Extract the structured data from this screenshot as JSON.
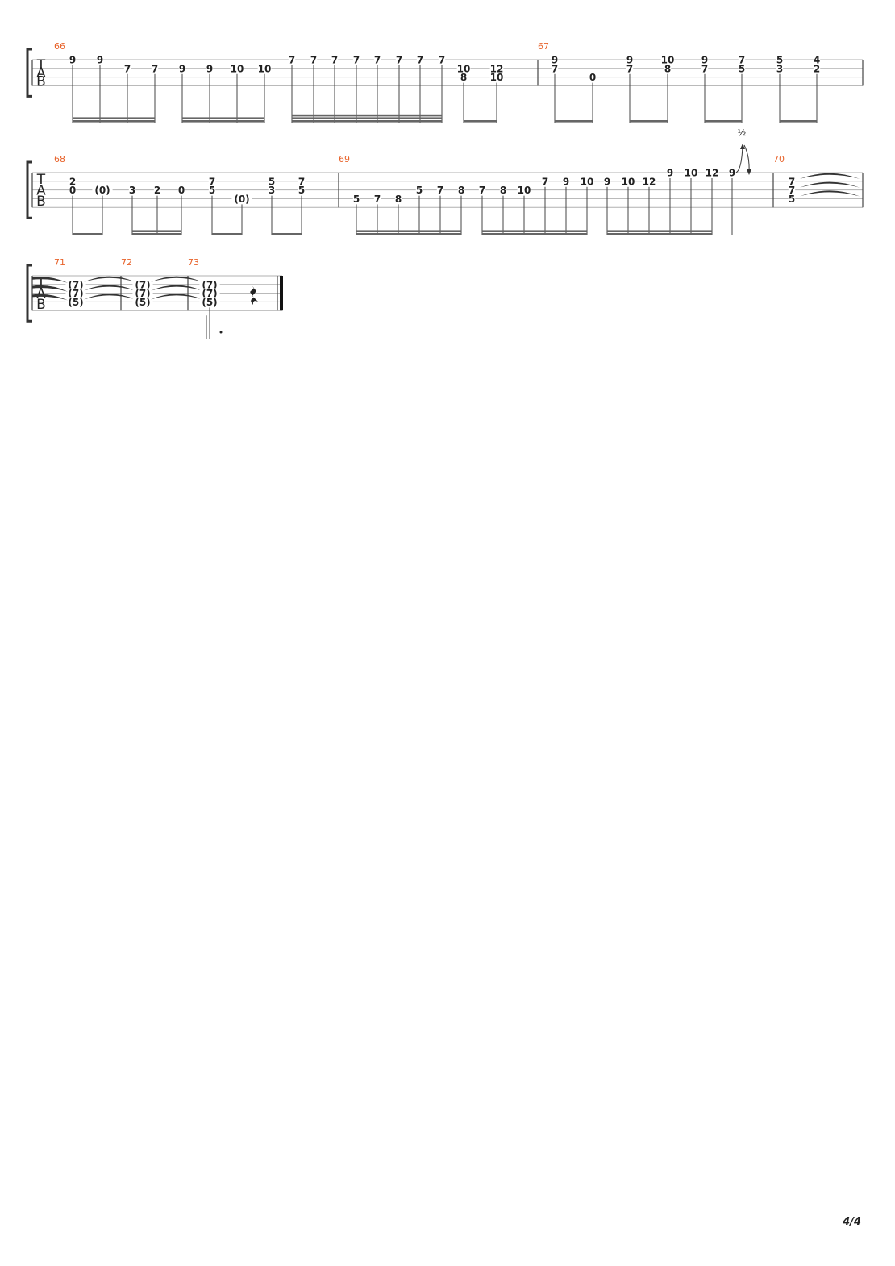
{
  "page": {
    "number": "4/4"
  },
  "colors": {
    "measure_number": "#e8632b",
    "staff_line": "#b0b0b0",
    "ink": "#222222",
    "beam": "#666666"
  },
  "clef": [
    "T",
    "A",
    "B"
  ],
  "systems": [
    {
      "strings": 4,
      "measures": [
        {
          "number": "66",
          "notes": [
            {
              "frets": [
                {
                  "s": 1,
                  "t": "9"
                }
              ],
              "beam": 2
            },
            {
              "frets": [
                {
                  "s": 1,
                  "t": "9"
                }
              ],
              "beam": 2
            },
            {
              "frets": [
                {
                  "s": 2,
                  "t": "7"
                }
              ],
              "beam": 2
            },
            {
              "frets": [
                {
                  "s": 2,
                  "t": "7"
                }
              ],
              "beam": 2
            },
            {
              "frets": [
                {
                  "s": 2,
                  "t": "9"
                }
              ],
              "beam": 2
            },
            {
              "frets": [
                {
                  "s": 2,
                  "t": "9"
                }
              ],
              "beam": 2
            },
            {
              "frets": [
                {
                  "s": 2,
                  "t": "10"
                }
              ],
              "beam": 2
            },
            {
              "frets": [
                {
                  "s": 2,
                  "t": "10"
                }
              ],
              "beam": 2
            },
            {
              "frets": [
                {
                  "s": 1,
                  "t": "7"
                }
              ],
              "beam": 3
            },
            {
              "frets": [
                {
                  "s": 1,
                  "t": "7"
                }
              ],
              "beam": 3
            },
            {
              "frets": [
                {
                  "s": 1,
                  "t": "7"
                }
              ],
              "beam": 3
            },
            {
              "frets": [
                {
                  "s": 1,
                  "t": "7"
                }
              ],
              "beam": 3
            },
            {
              "frets": [
                {
                  "s": 1,
                  "t": "7"
                }
              ],
              "beam": 3
            },
            {
              "frets": [
                {
                  "s": 1,
                  "t": "7"
                }
              ],
              "beam": 3
            },
            {
              "frets": [
                {
                  "s": 1,
                  "t": "7"
                }
              ],
              "beam": 3
            },
            {
              "frets": [
                {
                  "s": 1,
                  "t": "7"
                }
              ],
              "beam": 3
            },
            {
              "frets": [
                {
                  "s": 2,
                  "t": "10"
                },
                {
                  "s": 3,
                  "t": "8"
                }
              ],
              "beam": 1
            },
            {
              "frets": [
                {
                  "s": 2,
                  "t": "12"
                },
                {
                  "s": 3,
                  "t": "10"
                }
              ],
              "beam": 1
            }
          ]
        },
        {
          "number": "67",
          "notes": [
            {
              "frets": [
                {
                  "s": 1,
                  "t": "9"
                },
                {
                  "s": 2,
                  "t": "7"
                }
              ],
              "beam": 1
            },
            {
              "frets": [
                {
                  "s": 3,
                  "t": "0"
                }
              ],
              "beam": 1
            },
            {
              "frets": [
                {
                  "s": 1,
                  "t": "9"
                },
                {
                  "s": 2,
                  "t": "7"
                }
              ],
              "beam": 1
            },
            {
              "frets": [
                {
                  "s": 1,
                  "t": "10"
                },
                {
                  "s": 2,
                  "t": "8"
                }
              ],
              "beam": 1
            },
            {
              "frets": [
                {
                  "s": 1,
                  "t": "9"
                },
                {
                  "s": 2,
                  "t": "7"
                }
              ],
              "beam": 1
            },
            {
              "frets": [
                {
                  "s": 1,
                  "t": "7"
                },
                {
                  "s": 2,
                  "t": "5"
                }
              ],
              "beam": 1
            },
            {
              "frets": [
                {
                  "s": 1,
                  "t": "5"
                },
                {
                  "s": 2,
                  "t": "3"
                }
              ],
              "beam": 1
            },
            {
              "frets": [
                {
                  "s": 1,
                  "t": "4"
                },
                {
                  "s": 2,
                  "t": "2"
                }
              ],
              "beam": 1
            }
          ]
        }
      ]
    },
    {
      "strings": 5,
      "measures": [
        {
          "number": "68",
          "notes": [
            {
              "frets": [
                {
                  "s": 2,
                  "t": "2"
                },
                {
                  "s": 3,
                  "t": "0"
                }
              ],
              "beam": 1
            },
            {
              "frets": [
                {
                  "s": 3,
                  "t": "(0)"
                }
              ],
              "beam": 1
            },
            {
              "frets": [
                {
                  "s": 3,
                  "t": "3"
                }
              ],
              "beam": 2
            },
            {
              "frets": [
                {
                  "s": 3,
                  "t": "2"
                }
              ],
              "beam": 2
            },
            {
              "frets": [
                {
                  "s": 3,
                  "t": "0"
                }
              ],
              "beam": 2
            },
            {
              "frets": [
                {
                  "s": 2,
                  "t": "7"
                },
                {
                  "s": 3,
                  "t": "5"
                }
              ],
              "beam": 1
            },
            {
              "frets": [
                {
                  "s": 4,
                  "t": "(0)"
                }
              ],
              "beam": 1
            },
            {
              "frets": [
                {
                  "s": 2,
                  "t": "5"
                },
                {
                  "s": 3,
                  "t": "3"
                }
              ],
              "beam": 1
            },
            {
              "frets": [
                {
                  "s": 2,
                  "t": "7"
                },
                {
                  "s": 3,
                  "t": "5"
                }
              ],
              "beam": 1
            }
          ]
        },
        {
          "number": "69",
          "notes": [
            {
              "frets": [
                {
                  "s": 4,
                  "t": "5"
                }
              ],
              "beam": 2
            },
            {
              "frets": [
                {
                  "s": 4,
                  "t": "7"
                }
              ],
              "beam": 2
            },
            {
              "frets": [
                {
                  "s": 4,
                  "t": "8"
                }
              ],
              "beam": 2
            },
            {
              "frets": [
                {
                  "s": 3,
                  "t": "5"
                }
              ],
              "beam": 2
            },
            {
              "frets": [
                {
                  "s": 3,
                  "t": "7"
                }
              ],
              "beam": 2
            },
            {
              "frets": [
                {
                  "s": 3,
                  "t": "8"
                }
              ],
              "beam": 2
            },
            {
              "frets": [
                {
                  "s": 3,
                  "t": "7"
                }
              ],
              "beam": 2
            },
            {
              "frets": [
                {
                  "s": 3,
                  "t": "8"
                }
              ],
              "beam": 2
            },
            {
              "frets": [
                {
                  "s": 3,
                  "t": "10"
                }
              ],
              "beam": 2
            },
            {
              "frets": [
                {
                  "s": 2,
                  "t": "7"
                }
              ],
              "beam": 2
            },
            {
              "frets": [
                {
                  "s": 2,
                  "t": "9"
                }
              ],
              "beam": 2
            },
            {
              "frets": [
                {
                  "s": 2,
                  "t": "10"
                }
              ],
              "beam": 2
            },
            {
              "frets": [
                {
                  "s": 2,
                  "t": "9"
                }
              ],
              "beam": 2
            },
            {
              "frets": [
                {
                  "s": 2,
                  "t": "10"
                }
              ],
              "beam": 2
            },
            {
              "frets": [
                {
                  "s": 2,
                  "t": "12"
                }
              ],
              "beam": 2
            },
            {
              "frets": [
                {
                  "s": 1,
                  "t": "9"
                }
              ],
              "beam": 2
            },
            {
              "frets": [
                {
                  "s": 1,
                  "t": "10"
                }
              ],
              "beam": 2
            },
            {
              "frets": [
                {
                  "s": 1,
                  "t": "12"
                }
              ],
              "beam": 2
            },
            {
              "frets": [
                {
                  "s": 1,
                  "t": "9"
                }
              ],
              "beam": 0,
              "bend": "½"
            }
          ]
        },
        {
          "number": "70",
          "notes": [
            {
              "frets": [
                {
                  "s": 2,
                  "t": "7"
                },
                {
                  "s": 3,
                  "t": "7"
                },
                {
                  "s": 4,
                  "t": "5"
                }
              ],
              "beam": 0,
              "tie_out": true
            }
          ]
        }
      ]
    },
    {
      "strings": 5,
      "measures": [
        {
          "number": "71",
          "notes": [
            {
              "frets": [
                {
                  "s": 2,
                  "t": "(7)"
                },
                {
                  "s": 3,
                  "t": "(7)"
                },
                {
                  "s": 4,
                  "t": "(5)"
                }
              ],
              "beam": 0,
              "tie_in": true,
              "tie_out": true
            }
          ]
        },
        {
          "number": "72",
          "notes": [
            {
              "frets": [
                {
                  "s": 2,
                  "t": "(7)"
                },
                {
                  "s": 3,
                  "t": "(7)"
                },
                {
                  "s": 4,
                  "t": "(5)"
                }
              ],
              "beam": 0,
              "tie_in": true,
              "tie_out": true
            }
          ]
        },
        {
          "number": "73",
          "notes": [
            {
              "frets": [
                {
                  "s": 2,
                  "t": "(7)"
                },
                {
                  "s": 3,
                  "t": "(7)"
                },
                {
                  "s": 4,
                  "t": "(5)"
                }
              ],
              "beam": 0,
              "tie_in": true,
              "dotted": true
            }
          ],
          "rest": "quarter"
        }
      ]
    }
  ]
}
